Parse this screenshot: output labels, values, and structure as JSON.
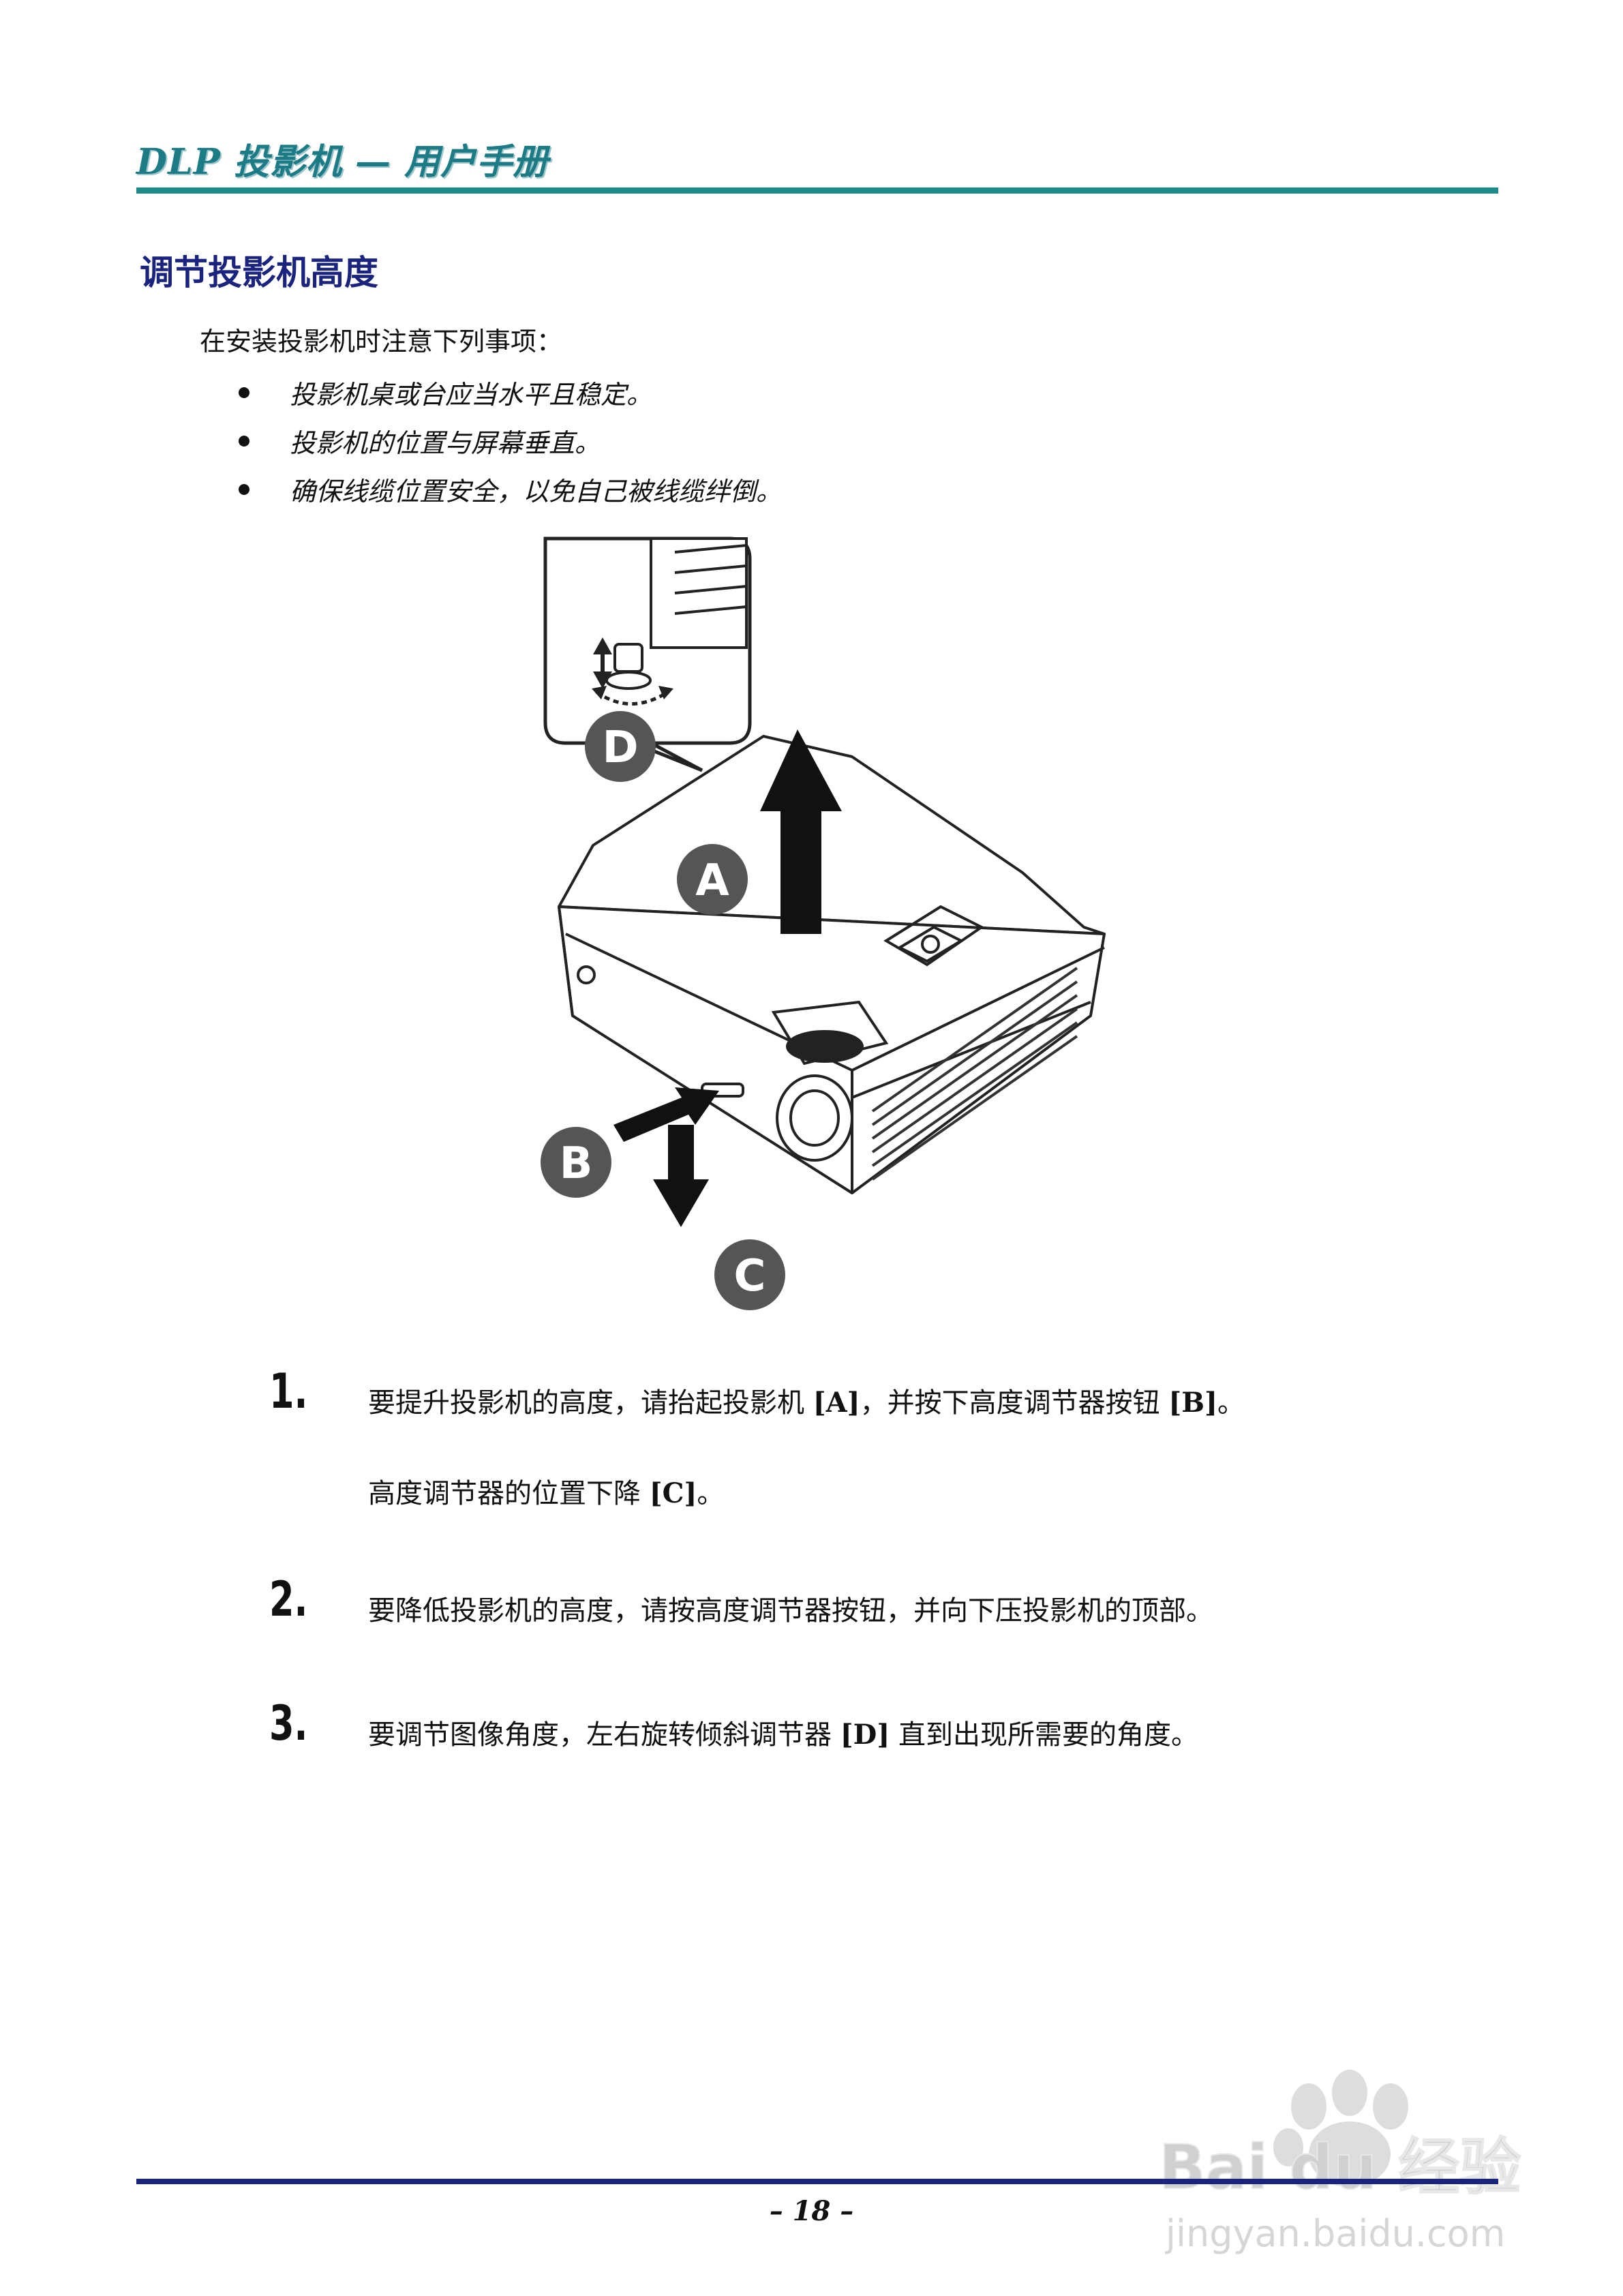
{
  "header": {
    "title": "DLP 投影机 — 用户手册"
  },
  "section": {
    "title": "调节投影机高度"
  },
  "intro": "在安装投影机时注意下列事项：",
  "bullets": [
    "投影机桌或台应当水平且稳定。",
    "投影机的位置与屏幕垂直。",
    "确保线缆位置安全，以免自己被线缆绊倒。"
  ],
  "figure": {
    "labels": {
      "a": "A",
      "b": "B",
      "c": "C",
      "d": "D"
    }
  },
  "steps": [
    {
      "number": "1.",
      "line1": {
        "t1": "要提升投影机的高度，请抬起投影机 ",
        "a": "[A]",
        "t2": "，并按下高度调节器按钮 ",
        "b": "[B]",
        "t3": "。"
      },
      "line2": {
        "t1": "高度调节器的位置下降 ",
        "c": "[C]",
        "t2": "。"
      }
    },
    {
      "number": "2.",
      "text": "要降低投影机的高度，请按高度调节器按钮，并向下压投影机的顶部。"
    },
    {
      "number": "3.",
      "t1": "要调节图像角度，左右旋转倾斜调节器 ",
      "d": "[D]",
      "t2": " 直到出现所需要的角度。"
    }
  ],
  "footer": {
    "page": "– 18 –"
  },
  "watermark": {
    "brand": "Bai du 经验",
    "url": "jingyan.baidu.com"
  },
  "colors": {
    "header": "#1d7b86",
    "header_rule": "#1e8a8a",
    "section_title": "#1a237e",
    "footer_rule": "#1a237e",
    "label_circle": "#555555"
  }
}
